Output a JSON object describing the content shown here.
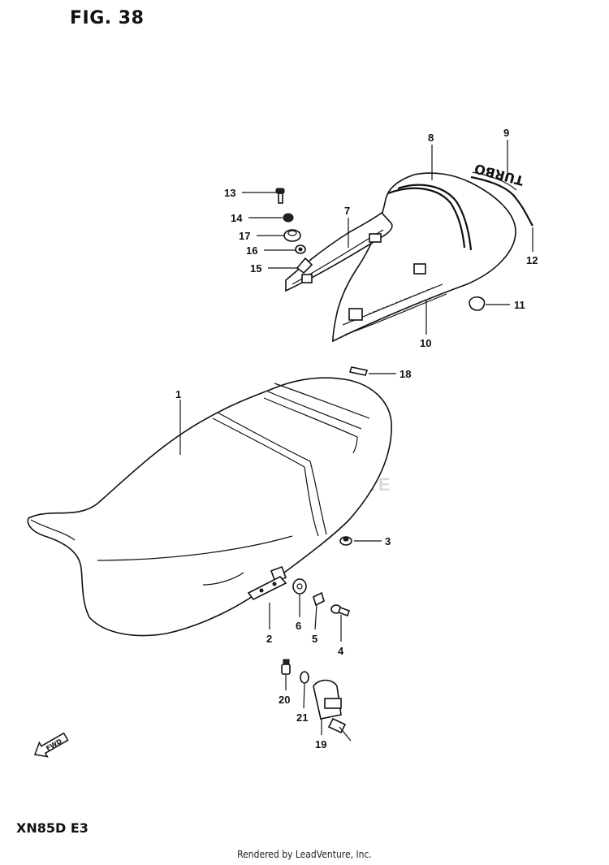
{
  "figure": {
    "title": "FIG. 38",
    "model": "XN85D  E3",
    "footer": "Rendered by LeadVenture, Inc.",
    "watermark": "LEADVENTURE"
  },
  "tail_text": "TURBO",
  "fwd_label": "FWD",
  "callouts": [
    {
      "id": "1",
      "label": "1"
    },
    {
      "id": "2",
      "label": "2"
    },
    {
      "id": "3",
      "label": "3"
    },
    {
      "id": "4",
      "label": "4"
    },
    {
      "id": "5",
      "label": "5"
    },
    {
      "id": "6",
      "label": "6"
    },
    {
      "id": "7",
      "label": "7"
    },
    {
      "id": "8",
      "label": "8"
    },
    {
      "id": "9",
      "label": "9"
    },
    {
      "id": "10",
      "label": "10"
    },
    {
      "id": "11",
      "label": "11"
    },
    {
      "id": "12",
      "label": "12"
    },
    {
      "id": "13",
      "label": "13"
    },
    {
      "id": "14",
      "label": "14"
    },
    {
      "id": "15",
      "label": "15"
    },
    {
      "id": "16",
      "label": "16"
    },
    {
      "id": "17",
      "label": "17"
    },
    {
      "id": "18",
      "label": "18"
    },
    {
      "id": "19",
      "label": "19"
    },
    {
      "id": "20",
      "label": "20"
    },
    {
      "id": "21",
      "label": "21"
    }
  ]
}
